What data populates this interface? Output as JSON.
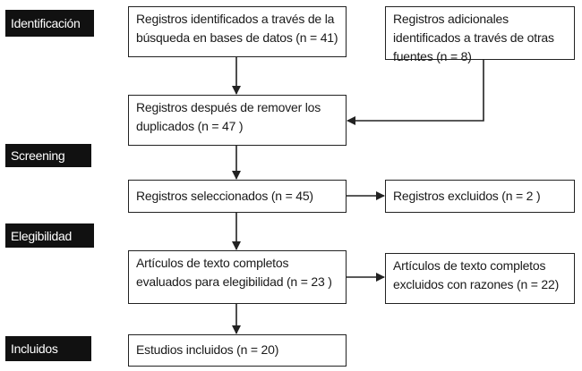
{
  "stages": {
    "identification": "Identificación",
    "screening": "Screening",
    "eligibility": "Elegibilidad",
    "included": "Incluidos"
  },
  "boxes": {
    "db_records": "Registros identificados a través de la búsqueda en bases de datos (n = 41)",
    "other_records": "Registros adicionales identificados a través de otras fuentes (n = 8)",
    "after_duplicates": "Registros después de remover los duplicados (n = 47 )",
    "screened": "Registros seleccionados (n = 45)",
    "excluded": "Registros excluidos (n = 2 )",
    "fulltext_assessed": "Artículos de texto completos evaluados para elegibilidad (n = 23 )",
    "fulltext_excluded": "Artículos de texto completos excluidos con razones (n = 22)",
    "included_studies": "Estudios incluidos (n = 20)"
  }
}
